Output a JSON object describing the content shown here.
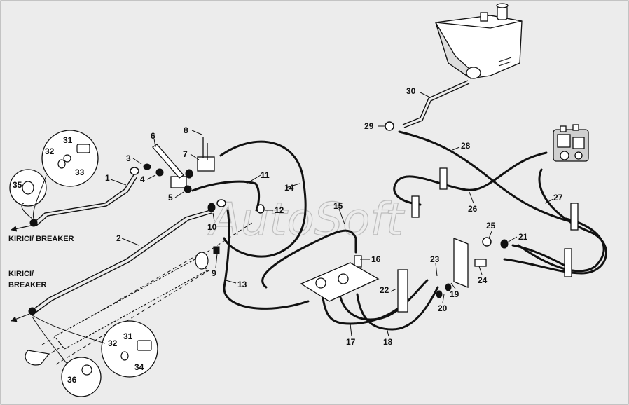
{
  "watermark": "AutoSoft",
  "captions": {
    "breaker_top": "KIRICI/ BREAKER",
    "breaker_left_line1": "KIRICI/",
    "breaker_left_line2": "BREAKER"
  },
  "callouts": [
    {
      "id": "c1",
      "num": "1"
    },
    {
      "id": "c2",
      "num": "2"
    },
    {
      "id": "c3",
      "num": "3"
    },
    {
      "id": "c4",
      "num": "4"
    },
    {
      "id": "c5",
      "num": "5"
    },
    {
      "id": "c6",
      "num": "6"
    },
    {
      "id": "c7",
      "num": "7"
    },
    {
      "id": "c8",
      "num": "8"
    },
    {
      "id": "c9",
      "num": "9"
    },
    {
      "id": "c10",
      "num": "10"
    },
    {
      "id": "c11",
      "num": "11"
    },
    {
      "id": "c12",
      "num": "12"
    },
    {
      "id": "c13",
      "num": "13"
    },
    {
      "id": "c14",
      "num": "14"
    },
    {
      "id": "c15",
      "num": "15"
    },
    {
      "id": "c16",
      "num": "16"
    },
    {
      "id": "c17",
      "num": "17"
    },
    {
      "id": "c18",
      "num": "18"
    },
    {
      "id": "c19",
      "num": "19"
    },
    {
      "id": "c20",
      "num": "20"
    },
    {
      "id": "c21",
      "num": "21"
    },
    {
      "id": "c22",
      "num": "22"
    },
    {
      "id": "c23",
      "num": "23"
    },
    {
      "id": "c24",
      "num": "24"
    },
    {
      "id": "c25",
      "num": "25"
    },
    {
      "id": "c26",
      "num": "26"
    },
    {
      "id": "c27",
      "num": "27"
    },
    {
      "id": "c28",
      "num": "28"
    },
    {
      "id": "c29",
      "num": "29"
    },
    {
      "id": "c30",
      "num": "30"
    },
    {
      "id": "c31a",
      "num": "31"
    },
    {
      "id": "c32a",
      "num": "32"
    },
    {
      "id": "c33",
      "num": "33"
    },
    {
      "id": "c35",
      "num": "35"
    },
    {
      "id": "c31b",
      "num": "31"
    },
    {
      "id": "c32b",
      "num": "32"
    },
    {
      "id": "c34",
      "num": "34"
    },
    {
      "id": "c36",
      "num": "36"
    }
  ]
}
